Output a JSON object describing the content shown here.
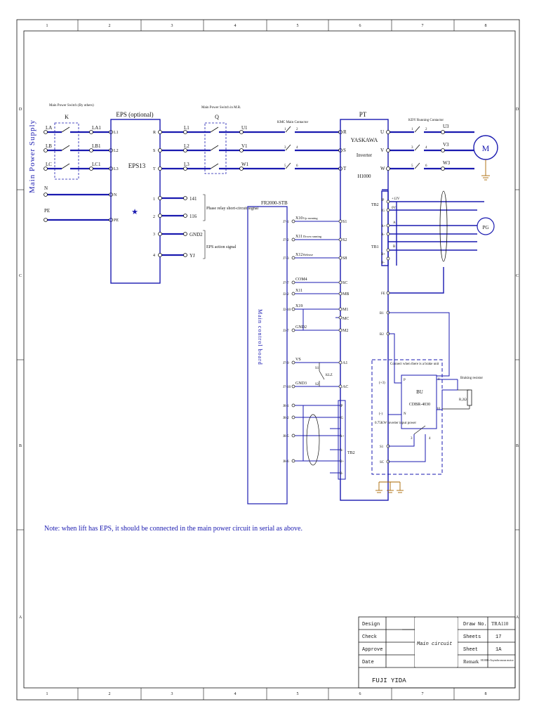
{
  "frame": {
    "columns": [
      "1",
      "2",
      "3",
      "4",
      "5",
      "6",
      "7",
      "8"
    ],
    "rows": [
      "D",
      "C",
      "B",
      "A"
    ]
  },
  "supply": {
    "label": "Main Power Supply",
    "switch_note": "Main Power Switch (By others)",
    "switch_name": "K",
    "phases": [
      "LA",
      "LB",
      "LC"
    ],
    "phases_out": [
      "LA1",
      "LB1",
      "LC1"
    ],
    "neutral": "N",
    "earth": "PE"
  },
  "eps": {
    "title": "EPS (optional)",
    "model": "EPS13",
    "star": "★",
    "left_terms": [
      "L1",
      "L2",
      "L3",
      "N",
      "PE"
    ],
    "right_terms": [
      "R",
      "S",
      "T",
      "1",
      "2",
      "3",
      "4"
    ],
    "phase_relay_note": "Phase relay short-circuit signal",
    "action_note": "EPS action signal"
  },
  "mr_switch": {
    "note": "Main Power Switch in M.R.",
    "name": "Q",
    "in_labels": [
      "L1",
      "L2",
      "L3"
    ],
    "out_labels": [
      "U1",
      "V1",
      "W1"
    ],
    "signal_labels": [
      "141",
      "116",
      "GND2",
      "YJ"
    ]
  },
  "kmc": {
    "note": "KMC Main Contactor",
    "pins": [
      "1",
      "2",
      "3",
      "4",
      "5",
      "6"
    ]
  },
  "inverter": {
    "title": "PT",
    "maker": "YASKAWA",
    "kind": "Inverter",
    "model": "H1000",
    "inputs": [
      "R",
      "S",
      "T"
    ],
    "outputs": [
      "U",
      "V",
      "W"
    ],
    "control_terms": [
      "S1",
      "S2",
      "S8",
      "SC",
      "MB",
      "M1",
      "MC",
      "M2",
      "A1",
      "AC"
    ],
    "tb_left": [
      "IP",
      "IG",
      "A+",
      "A-",
      "B+",
      "B-",
      "FE",
      "B1",
      "B2",
      "S1",
      "SC"
    ],
    "tb2": "TB2",
    "tb1": "TB1",
    "pg_labels": [
      "+12V",
      "0V",
      "A",
      "B"
    ]
  },
  "kdy": {
    "note": "KDY Running Contactor",
    "pins": [
      "1",
      "2",
      "3",
      "4",
      "5",
      "6"
    ],
    "out_labels": [
      "U3",
      "V3",
      "W3"
    ]
  },
  "motor": {
    "label": "M",
    "pg": "PG"
  },
  "board": {
    "title": "FR2000-STB",
    "vertical": "Main control board",
    "rows": [
      {
        "pin": "J7-1",
        "sig": "X10",
        "desc": "Up running",
        "term": "S1"
      },
      {
        "pin": "J7-2",
        "sig": "X11",
        "desc": "Down running",
        "term": "S2"
      },
      {
        "pin": "J7-3",
        "sig": "X12",
        "desc": "Release",
        "term": "S8"
      },
      {
        "pin": "J7-7",
        "sig": "COM4",
        "desc": "",
        "term": "SC"
      },
      {
        "pin": "J2-2",
        "sig": "X11",
        "desc": "",
        "term": "MB"
      },
      {
        "pin": "J2-10",
        "sig": "X19",
        "desc": "",
        "term": "M1"
      },
      {
        "pin": "J3-7",
        "sig": "GND2",
        "desc": "",
        "term": "M2"
      },
      {
        "pin": "J7-9",
        "sig": "VS",
        "desc": "",
        "term": "A1"
      },
      {
        "pin": "J7-10",
        "sig": "GND3",
        "desc": "",
        "term": "AC"
      }
    ],
    "klz": "KLZ",
    "s_labels": [
      "S1",
      "S2"
    ],
    "j8": [
      "J8-1",
      "J8-2",
      "J8-5",
      "J8-6"
    ],
    "tb2_terms": [
      "IP",
      "IG",
      "A+",
      "A-",
      "B+",
      "B-"
    ],
    "tb2": "TB2"
  },
  "brake": {
    "note": "Connect when there is a brake unit",
    "unit": "BU",
    "model": "CDBR-4030",
    "plus": "(+3)",
    "minus": "(-)",
    "p": "P",
    "n": "N",
    "t1": "0",
    "t2": "10",
    "pins": [
      "3",
      "4"
    ],
    "power_note": "0.75KW inverter input power",
    "resistor_note": "Braking resistor",
    "resistor": "R,2Ω"
  },
  "note": "Note: when lift has EPS, it should be connected in the main power circuit in serial as above.",
  "title_block": {
    "labels": [
      "Design",
      "Check",
      "Approve",
      "Date"
    ],
    "title": "Main circuit",
    "fields": [
      {
        "label": "Draw No.",
        "value": "TRA110"
      },
      {
        "label": "Sheets",
        "value": "17"
      },
      {
        "label": "Sheet",
        "value": "1A"
      },
      {
        "label": "Remark",
        "value": "H1000+Asynchronous motor"
      }
    ],
    "company": "FUJI YIDA"
  },
  "colors": {
    "wire": "#1a1ab0",
    "line": "#1a1a1a",
    "fine": "#3333aa"
  }
}
